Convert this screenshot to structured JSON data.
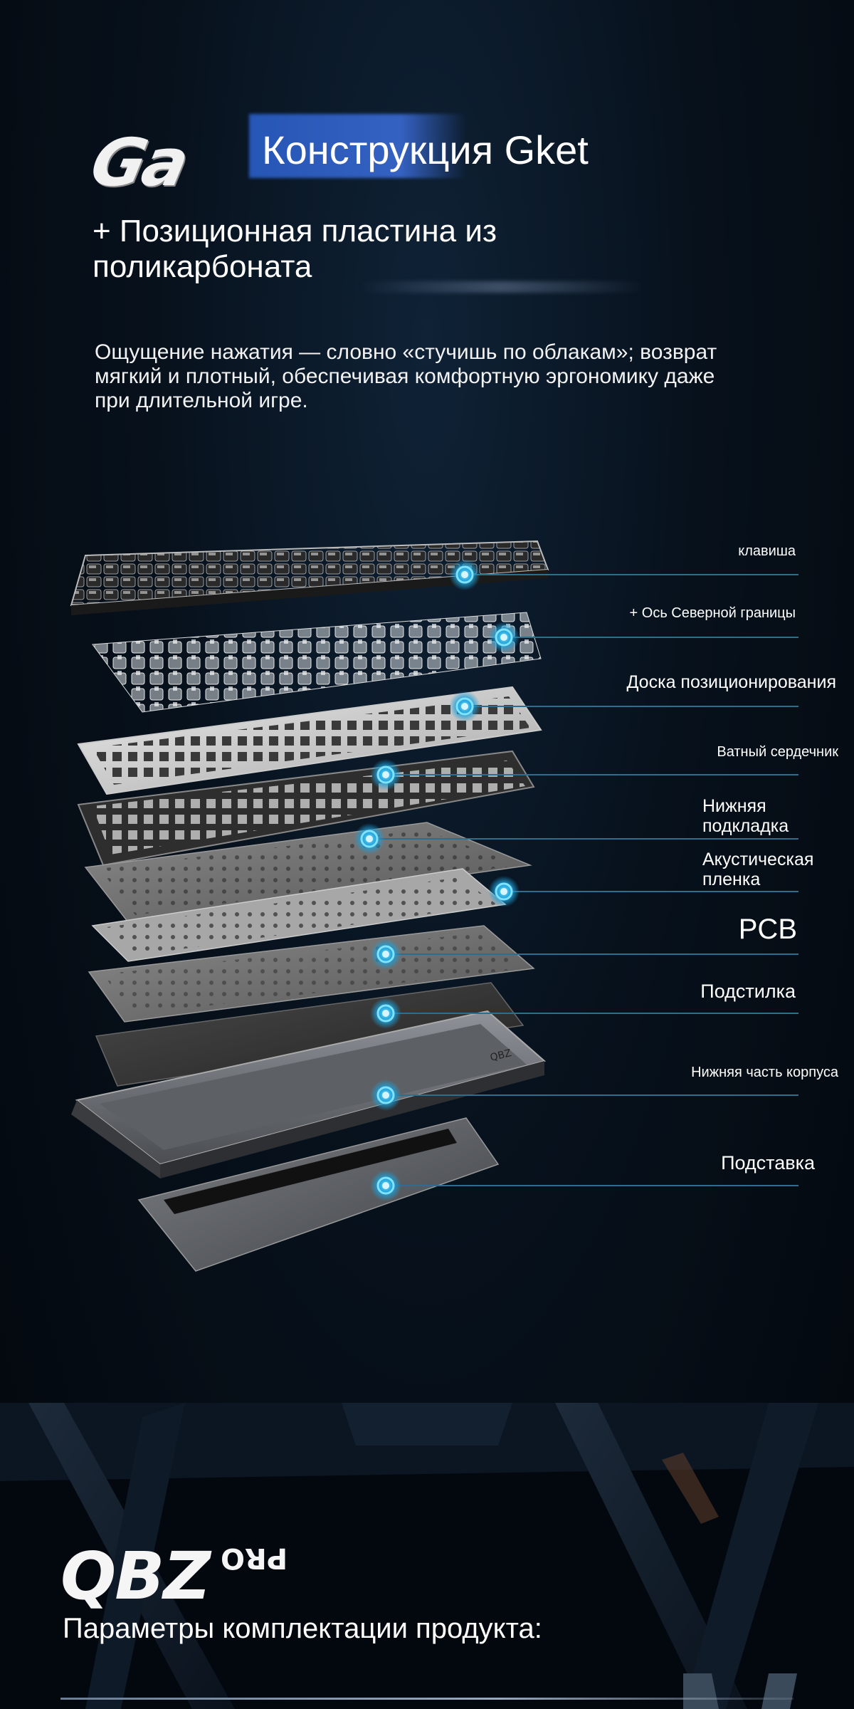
{
  "header": {
    "logo_text": "Ga",
    "title": "Конструкция Gket",
    "subtitle": "+ Позиционная пластина из поликарбоната",
    "description": "Ощущение нажатия — словно «стучишь по облакам»; возврат мягкий и плотный, обеспечивая комфортную эргономику даже при длительной игре."
  },
  "layers": [
    {
      "id": "keycap",
      "label": "клавиша"
    },
    {
      "id": "switch",
      "label": "+ Ось Северной границы"
    },
    {
      "id": "plate",
      "label": "Доска позиционирования"
    },
    {
      "id": "cotton",
      "label": "Ватный сердечник"
    },
    {
      "id": "bottom-pad",
      "label": "Нижняя подкладка"
    },
    {
      "id": "acoustic",
      "label": "Акустическая пленка"
    },
    {
      "id": "pcb",
      "label": "PCB"
    },
    {
      "id": "underlay",
      "label": "Подстилка"
    },
    {
      "id": "case",
      "label": "Нижняя часть корпуса"
    },
    {
      "id": "stand",
      "label": "Подставка"
    }
  ],
  "case_mark": "QBZ",
  "bottom": {
    "brand": "QBZ",
    "brand_suffix": "PRO",
    "section_title": "Параметры комплектации продукта:"
  },
  "colors": {
    "accent": "#29b3e6",
    "background": "#07111c"
  }
}
